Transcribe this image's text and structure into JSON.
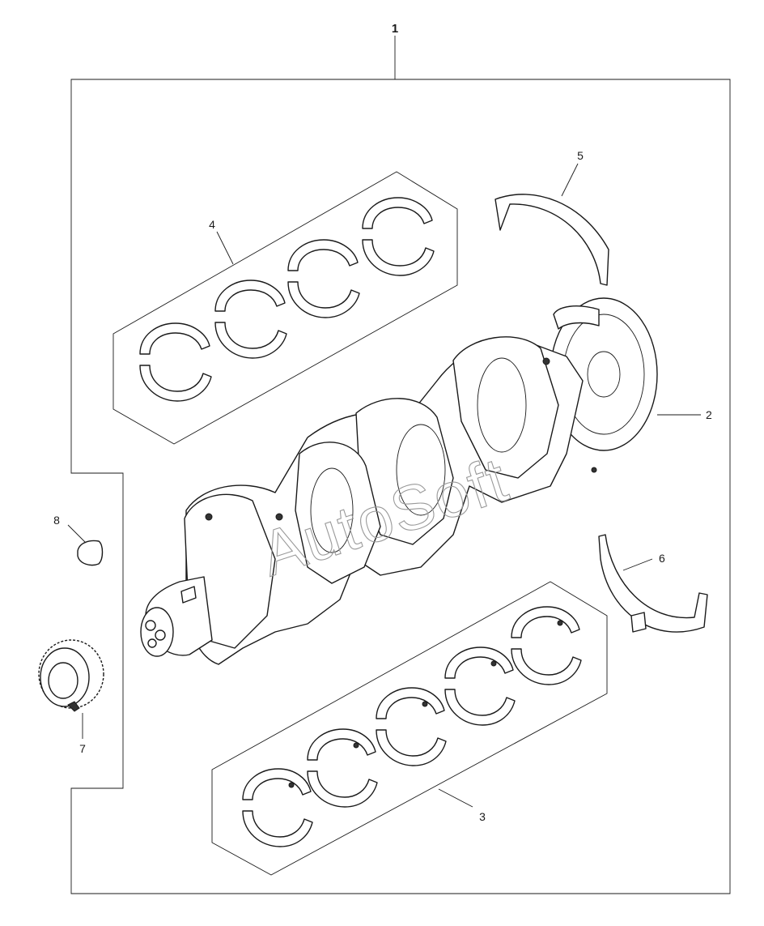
{
  "callouts": {
    "assembly": "1",
    "crankshaft": "2",
    "main_bearings": "3",
    "conrod_bearings": "4",
    "thrust_washer_upper": "5",
    "thrust_washer_lower": "6",
    "gear": "7",
    "key": "8"
  },
  "watermark": "AutoSoft"
}
